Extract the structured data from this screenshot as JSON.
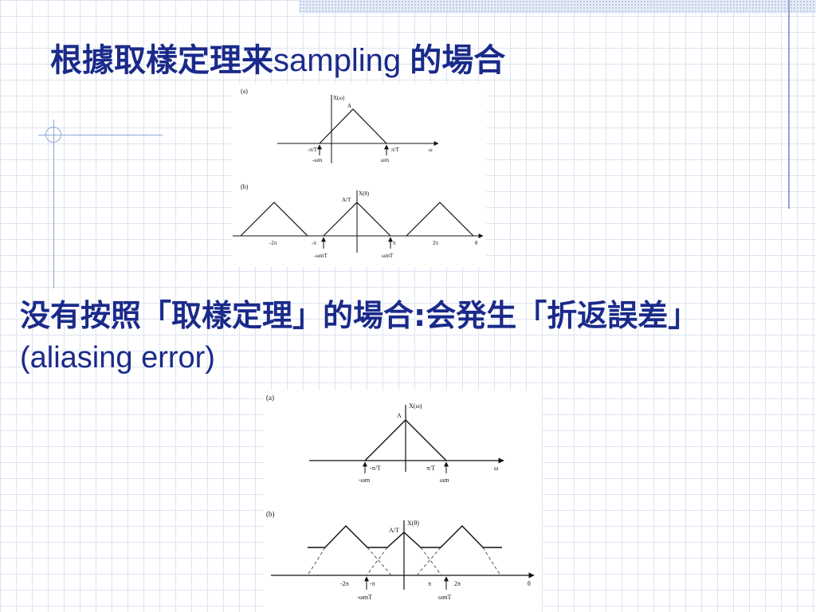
{
  "slide": {
    "title_cjk": "根據取樣定理来",
    "title_latin": "sampling ",
    "title_cjk_end": "的場合",
    "note_cjk": "没有按照「取樣定理」的場合:会発生「折返誤差」",
    "note_latin": "(aliasing error)"
  },
  "figure_top": {
    "panel_a": {
      "label": "(a)",
      "y_axis_label": "X(ω)",
      "peak_label": "A",
      "tick_left": "-π/T",
      "tick_right": "π/T",
      "x_axis_label": "ω",
      "arrow_left_label": "-ωm",
      "arrow_right_label": "ωm"
    },
    "panel_b": {
      "label": "(b)",
      "y_axis_label": "X(θ)",
      "peak_label": "A/T",
      "tick_m2pi": "-2π",
      "tick_mpi": "-π",
      "tick_pi": "π",
      "tick_2pi": "2π",
      "x_axis_label": "θ",
      "arrow_left_label": "-ωmT",
      "arrow_right_label": "ωmT"
    }
  },
  "figure_bottom": {
    "panel_a": {
      "label": "(a)",
      "y_axis_label": "X(ω)",
      "peak_label": "A",
      "tick_left": "-π/T",
      "tick_right": "π/T",
      "x_axis_label": "ω",
      "arrow_left_label": "-ωm",
      "arrow_right_label": "ωm"
    },
    "panel_b": {
      "label": "(b)",
      "y_axis_label": "X(θ)",
      "peak_label": "A/T",
      "tick_m2pi": "-2π",
      "tick_mpi": "-π",
      "tick_pi": "π",
      "tick_2pi": "2π",
      "x_axis_label": "θ",
      "arrow_left_label": "-ωmT",
      "arrow_right_label": "ωmT"
    }
  }
}
